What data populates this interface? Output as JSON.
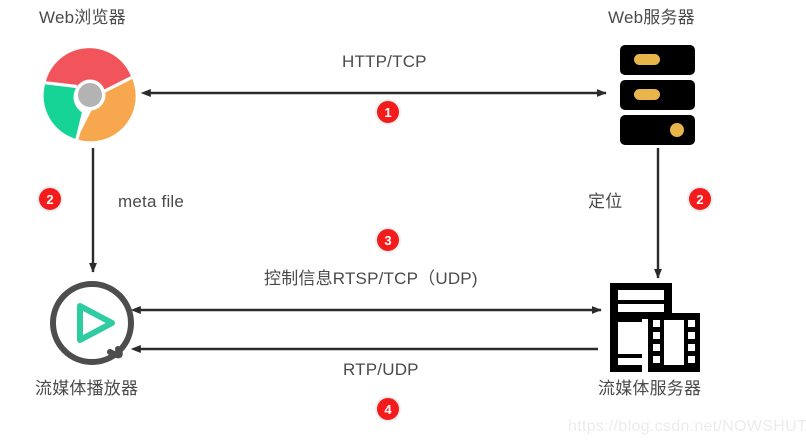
{
  "diagram": {
    "title_hidden": "Streaming media RTSP flow diagram",
    "background": "#ffffff",
    "badge_color": "#f31b1b",
    "line_color": "#2b2b2b",
    "text_color": "#4a4a4a"
  },
  "nodes": [
    {
      "id": "web-browser",
      "label": "Web浏览器",
      "icon": "chrome-logo-icon",
      "colors": {
        "red": "#F2545B",
        "green": "#16D396",
        "orange": "#F7A84E",
        "center": "#B3B3B3"
      }
    },
    {
      "id": "web-server",
      "label": "Web服务器",
      "icon": "server-rack-icon",
      "colors": {
        "body": "#000000",
        "accent": "#E8B54A"
      }
    },
    {
      "id": "media-player",
      "label": "流媒体播放器",
      "icon": "play-circle-icon",
      "colors": {
        "ring": "#4d4d4d",
        "play": "#2ECCA0"
      }
    },
    {
      "id": "streaming-server",
      "label": "流媒体服务器",
      "icon": "media-server-icon",
      "colors": {
        "body": "#000000"
      }
    }
  ],
  "edges": [
    {
      "id": "http-tcp",
      "label": "HTTP/TCP",
      "badge": "1",
      "direction": "bidirectional",
      "from": "web-browser",
      "to": "web-server"
    },
    {
      "id": "meta-file",
      "label": "meta file",
      "badge": "2",
      "direction": "down",
      "from": "web-browser",
      "to": "media-player"
    },
    {
      "id": "locate",
      "label": "定位",
      "badge": "2",
      "direction": "down",
      "from": "web-server",
      "to": "streaming-server"
    },
    {
      "id": "rtsp-control",
      "label": "控制信息RTSP/TCP（UDP)",
      "badge": "3",
      "direction": "bidirectional",
      "from": "media-player",
      "to": "streaming-server"
    },
    {
      "id": "rtp-udp",
      "label": "RTP/UDP",
      "badge": "4",
      "direction": "left",
      "from": "streaming-server",
      "to": "media-player"
    }
  ],
  "watermark": {
    "text": "https://blog.csdn.net/NOWSHUT"
  }
}
